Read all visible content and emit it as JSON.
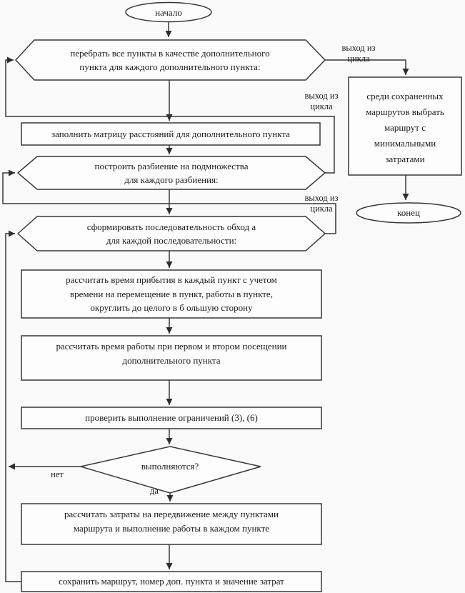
{
  "diagram": {
    "type": "flowchart",
    "colors": {
      "stroke": "#383838",
      "arrow": "#2e2e2e",
      "text": "#1a1a1a",
      "background": "#fafafa",
      "shape_fill": "#fdfdfd"
    },
    "nodes": {
      "start": {
        "label": "начало"
      },
      "loop_points": {
        "label": "перебрать все пункты в качестве дополнительного\nпункта для каждого дополнительного пункта:"
      },
      "fill_matrix": {
        "label": "заполнить матрицу расстояний для дополнительного пункта"
      },
      "loop_partitions": {
        "label": "построить разбиение на подмножества\nдля каждого разбиения:"
      },
      "loop_sequences": {
        "label": "сформировать последовательность обход а\nдля каждой последовательности:"
      },
      "calc_arrival": {
        "label": "рассчитать время прибытия в каждый пункт с учетом\nвремени на перемещение в пункт, работы в пункте,\nокруглить до целого в б ольшую сторону"
      },
      "calc_work_time": {
        "label": "рассчитать время работы при первом и втором посещении\nдополнительного пункта"
      },
      "check_constraints": {
        "label": "проверить выполнение ограничений (3), (6)"
      },
      "decision": {
        "label": "выполняются?"
      },
      "calc_costs": {
        "label": "рассчитать затраты на передвижение между пунктами\nмаршрута и выполнение работы в каждом пункте"
      },
      "save_route": {
        "label": "сохранить маршрут, номер доп. пункта и значение затрат"
      },
      "select_min_route": {
        "label": "среди сохраненных\nмаршрутов выбрать\nмаршрут с\nминимальными\nзатратами"
      },
      "end": {
        "label": "конец"
      }
    },
    "edge_labels": {
      "loop1_exit": "выход из\nцикла",
      "loop2_exit": "выход из\nцикла",
      "loop3_exit": "выход из\nцикла",
      "decision_no": "нет",
      "decision_yes": "да"
    }
  }
}
